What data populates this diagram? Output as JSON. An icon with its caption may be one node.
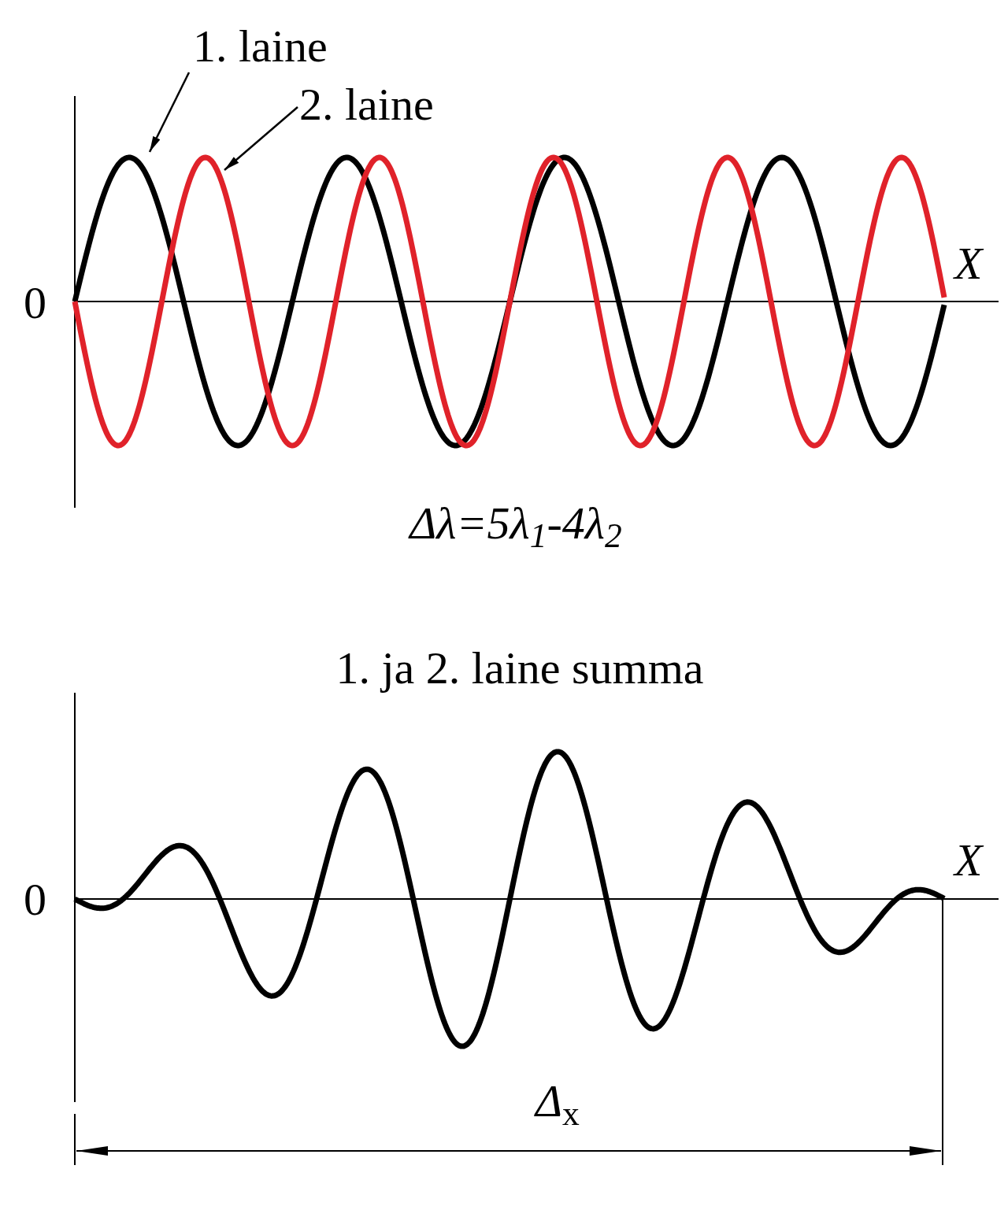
{
  "diagram": {
    "nodes": [
      {
        "text": [
          "1. laine"
        ]
      },
      {
        "text": [
          "2. laine"
        ]
      },
      {
        "text": [],
        "shape": "curve"
      },
      {
        "text": [],
        "shape": "curve"
      }
    ],
    "edges": [
      {
        "from": 0,
        "to": 2,
        "arrow": "to"
      },
      {
        "from": 1,
        "to": 3,
        "arrow": "to"
      }
    ],
    "labels": [
      "X",
      "0",
      "Δλ=5λ$_{1}$-4λ$_{2}$",
      "1. ja 2. laine summa",
      "X",
      "0",
      "*Δ*$_{x}$"
    ]
  }
}
